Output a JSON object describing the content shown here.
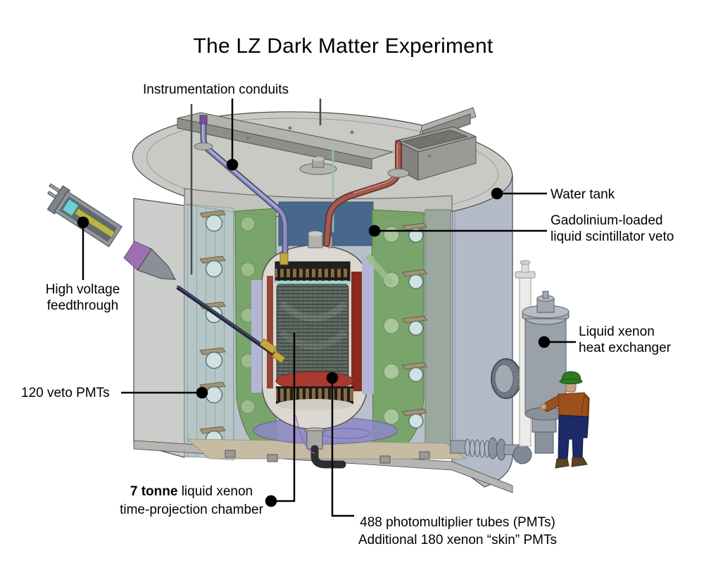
{
  "title": "The LZ Dark Matter Experiment",
  "labels": {
    "instrumentation_conduits": {
      "text": "Instrumentation conduits"
    },
    "water_tank": {
      "text": "Water tank"
    },
    "scintillator_veto": {
      "line1": "Gadolinium-loaded",
      "line2": "liquid scintillator veto"
    },
    "hv_feedthrough": {
      "line1": "High voltage",
      "line2": "feedthrough"
    },
    "veto_pmts": {
      "text": "120 veto PMTs"
    },
    "heat_exchanger": {
      "line1": "Liquid xenon",
      "line2": "heat exchanger"
    },
    "tpc": {
      "bold": "7 tonne",
      "line1_rest": " liquid xenon",
      "line2": "time-projection chamber"
    },
    "pmts": {
      "line1": "488 photomultiplier tubes (PMTs)",
      "line2": "Additional 180 xenon “skin” PMTs"
    }
  },
  "colors": {
    "water_tank_wall": "#b4bac7",
    "tank_cut_face": "#cbcdca",
    "lid_gray": "#c9c9c5",
    "scintillator_green": "#74a263",
    "veto_panel_teal": "#b6cac3",
    "cryostat_cream": "#dbd8d2",
    "cryostat_lining_red": "#8a2a1e",
    "tpc_mesh": "#5f6a60",
    "conduit_blue": "#8d91c9",
    "conduit_red": "#a35c52",
    "hv_cable_navy": "#252540",
    "floor_tan": "#c6bba3",
    "bottom_disc_purple": "#8d88c6",
    "hard_hat_green": "#2e7a20",
    "shirt_brown": "#9d4f1c",
    "pants_navy": "#1c2a66",
    "leader_black": "#000000"
  }
}
